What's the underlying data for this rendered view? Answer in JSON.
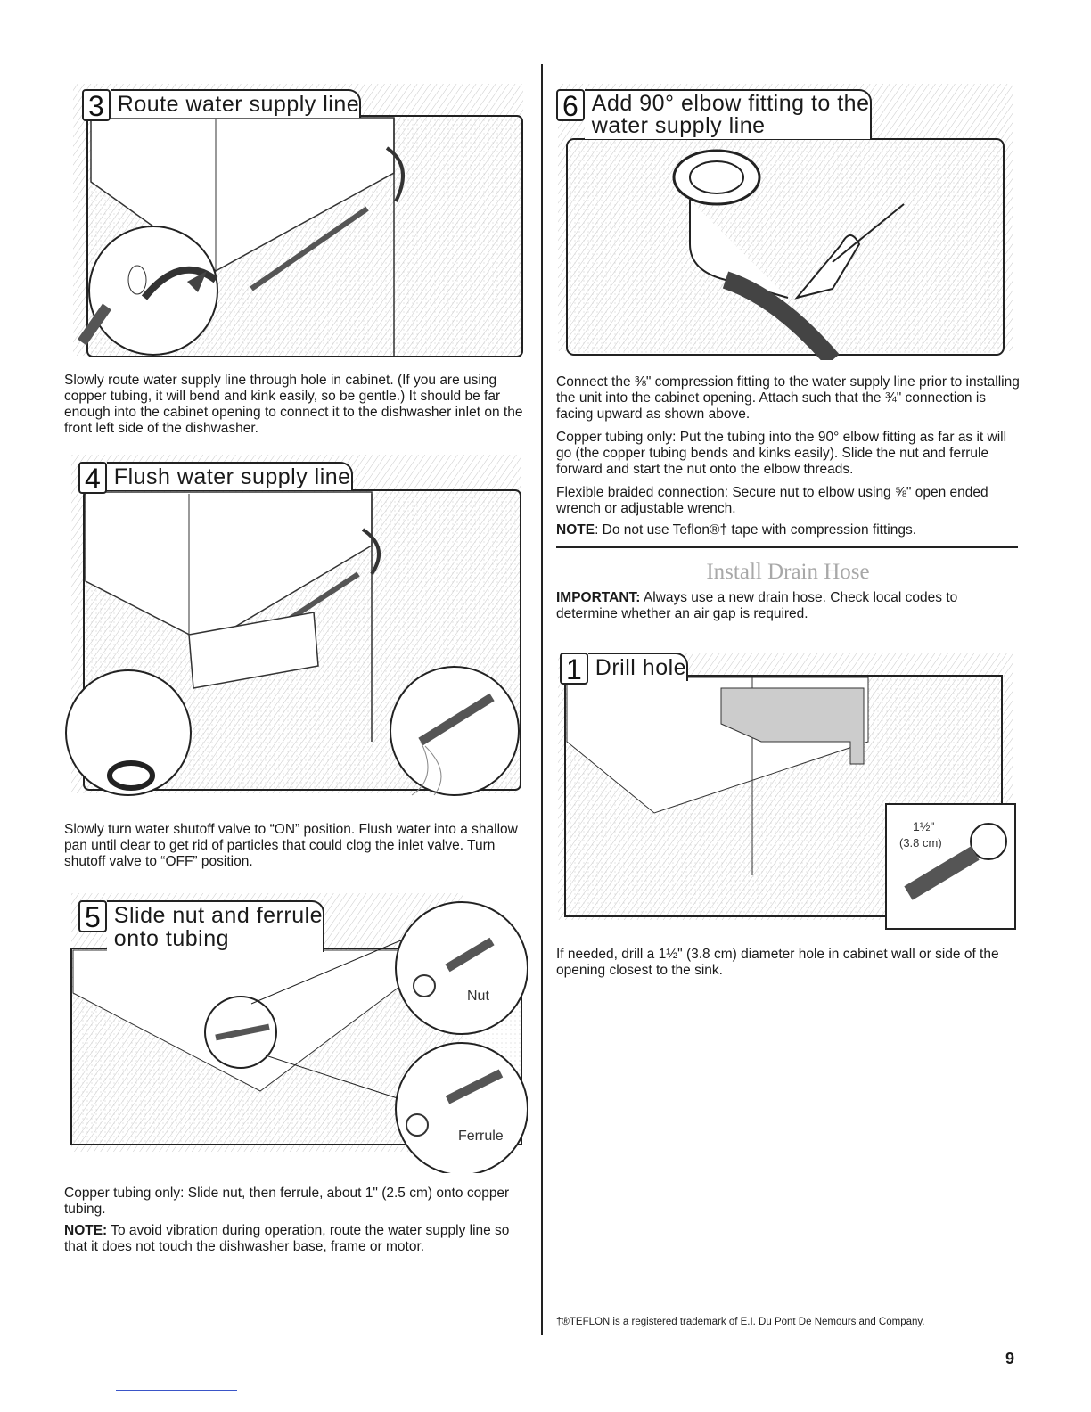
{
  "steps": {
    "s3": {
      "num": "3",
      "title": "Route water supply line",
      "text": "Slowly route water supply line through hole in cabinet. (If you are using copper tubing, it will bend and kink easily, so be gentle.) It should be far enough into the cabinet opening to connect it to the dishwasher inlet on the front left side of the dishwasher."
    },
    "s4": {
      "num": "4",
      "title": "Flush water supply line",
      "text": "Slowly turn water shutoff valve to “ON” position. Flush water into a shallow pan until clear to get rid of particles that could clog the inlet valve. Turn shutoff valve to “OFF” position."
    },
    "s5": {
      "num": "5",
      "title_line1": "Slide nut and ferrule",
      "title_line2": "onto tubing",
      "label_nut": "Nut",
      "label_ferrule": "Ferrule",
      "text": "Copper tubing only: Slide nut, then ferrule, about 1\" (2.5 cm) onto copper tubing.",
      "note_label": "NOTE:",
      "note_text": " To avoid vibration during operation, route the water supply line so that it does not touch the dishwasher base, frame or motor."
    },
    "s6": {
      "num": "6",
      "title_line1": "Add 90° elbow fitting to the",
      "title_line2": "water supply line",
      "p1": "Connect the ⅜\" compression fitting to the water supply line prior to installing the unit into the cabinet opening. Attach such that the ¾\" connection is facing upward as shown above.",
      "p2": "Copper tubing only: Put the tubing into the 90° elbow fitting as far as it will go (the copper tubing bends and kinks easily). Slide the nut and ferrule forward and start the nut onto the elbow threads.",
      "p3": "Flexible braided connection: Secure nut to elbow using ⅝\" open ended wrench or adjustable wrench.",
      "note_label": "NOTE",
      "note_text": ": Do not use Teflon®† tape with compression fittings."
    }
  },
  "drain": {
    "section_title": "Install Drain Hose",
    "important_label": "IMPORTANT:",
    "important_text": " Always use a new drain hose. Check local codes to determine whether an air gap is required.",
    "step1": {
      "num": "1",
      "title": "Drill hole",
      "dim1": "1½\"",
      "dim2": "(3.8 cm)",
      "text": "If needed, drill a 1½\" (3.8 cm) diameter hole in cabinet wall or side of the opening closest to the sink."
    }
  },
  "footnote": "†®TEFLON is a registered trademark of E.I. Du Pont De Nemours and Company.",
  "page_number": "9"
}
